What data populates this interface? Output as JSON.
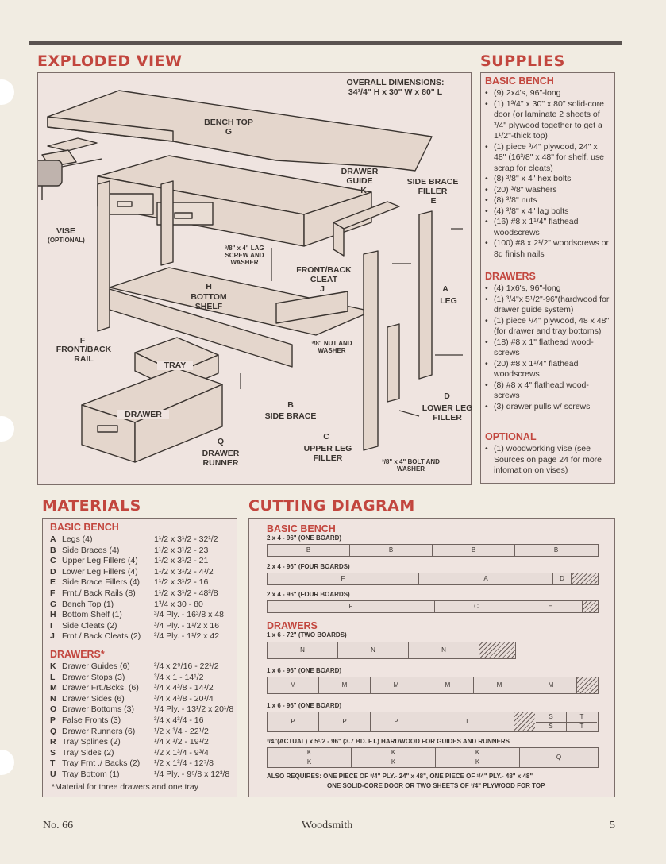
{
  "page": {
    "footer_left": "No. 66",
    "footer_center": "Woodsmith",
    "footer_right": "5"
  },
  "exploded": {
    "title": "EXPLODED VIEW",
    "overall_label": "OVERALL DIMENSIONS:",
    "overall_value": "34¹/4\" H x 30\" W x 80\" L",
    "labels": {
      "bench_top": "BENCH TOP",
      "bench_top_id": "G",
      "drawer_guide": "DRAWER GUIDE",
      "drawer_guide_id": "K",
      "side_brace_filler": "SIDE BRACE FILLER",
      "side_brace_filler_id": "E",
      "vise": "VISE",
      "vise_opt": "(OPTIONAL)",
      "lag_screw": "³/8\" x 4\" LAG SCREW AND WASHER",
      "front_back_cleat": "FRONT/BACK CLEAT",
      "front_back_cleat_id": "J",
      "leg": "LEG",
      "leg_id": "A",
      "bottom_shelf": "BOTTOM SHELF",
      "bottom_shelf_id": "H",
      "front_back_rail": "FRONT/BACK RAIL",
      "front_back_rail_id": "F",
      "nut_washer": "³/8\" NUT AND WASHER",
      "tray": "TRAY",
      "drawer": "DRAWER",
      "side_brace": "SIDE BRACE",
      "side_brace_id": "B",
      "lower_leg_filler": "LOWER LEG FILLER",
      "lower_leg_filler_id": "D",
      "upper_leg_filler": "UPPER LEG FILLER",
      "upper_leg_filler_id": "C",
      "drawer_runner": "DRAWER RUNNER",
      "drawer_runner_id": "Q",
      "bolt_washer": "³/8\" x 4\" BOLT AND WASHER"
    }
  },
  "supplies": {
    "title": "SUPPLIES",
    "sections": [
      {
        "heading": "BASIC BENCH",
        "items": [
          "(9) 2x4's, 96\"-long",
          "(1) 1³/4\" x 30\" x 80\" solid-core door (or laminate 2 sheets of ³/4\" plywood together to get a 1¹/2\"-thick top)",
          "(1) piece ³/4\" plywood, 24\" x 48\" (16³/8\" x 48\" for shelf, use scrap for cleats)",
          "(8) ³/8\" x 4\" hex bolts",
          "(20) ³/8\" washers",
          "(8) ³/8\" nuts",
          "(4) ³/8\" x 4\" lag bolts",
          "(16) #8 x 1¹/4\" flathead woodscrews",
          "(100) #8 x 2¹/2\" woodscrews or 8d finish nails"
        ]
      },
      {
        "heading": "DRAWERS",
        "items": [
          "(4) 1x6's, 96\"-long",
          "(1) ³/4\"x 5¹/2\"-96\"(hardwood for drawer guide system)",
          "(1) piece ¹/4\" plywood, 48 x 48\" (for drawer and tray bottoms)",
          "(18) #8 x 1\" flathead wood-screws",
          "(20) #8 x 1¹/4\" flathead woodscrews",
          "(8) #8 x 4\" flathead wood-screws",
          "(3) drawer pulls w/ screws"
        ]
      },
      {
        "heading": "OPTIONAL",
        "items": [
          "(1) woodworking vise (see Sources on page 24 for more infomation on vises)"
        ]
      }
    ]
  },
  "materials": {
    "title": "MATERIALS",
    "bench_heading": "BASIC BENCH",
    "bench": [
      {
        "letter": "A",
        "name": "Legs (4)",
        "dim": "1¹/2 x 3¹/2 - 32¹/2"
      },
      {
        "letter": "B",
        "name": "Side Braces (4)",
        "dim": "1¹/2 x 3¹/2 - 23"
      },
      {
        "letter": "C",
        "name": "Upper Leg Fillers (4)",
        "dim": "1¹/2 x 3¹/2 - 21"
      },
      {
        "letter": "D",
        "name": "Lower Leg Fillers (4)",
        "dim": "1¹/2 x 3¹/2 - 4¹/2"
      },
      {
        "letter": "E",
        "name": "Side Brace Fillers (4)",
        "dim": "1¹/2 x 3¹/2 - 16"
      },
      {
        "letter": "F",
        "name": "Frnt./ Back Rails (8)",
        "dim": "1¹/2 x 3¹/2 - 48³/8"
      },
      {
        "letter": "G",
        "name": "Bench Top (1)",
        "dim": "1³/4 x 30 - 80"
      },
      {
        "letter": "H",
        "name": "Bottom Shelf (1)",
        "dim": "³/4 Ply. - 16³/8 x 48"
      },
      {
        "letter": "I",
        "name": "Side Cleats (2)",
        "dim": "³/4 Ply. - 1¹/2 x 16"
      },
      {
        "letter": "J",
        "name": "Frnt./ Back Cleats (2)",
        "dim": "³/4 Ply. - 1¹/2 x 42"
      }
    ],
    "drawers_heading": "DRAWERS*",
    "drawers": [
      {
        "letter": "K",
        "name": "Drawer Guides (6)",
        "dim": "³/4 x 2⁹/16 - 22¹/2"
      },
      {
        "letter": "L",
        "name": "Drawer Stops (3)",
        "dim": "³/4 x 1 - 14¹/2"
      },
      {
        "letter": "M",
        "name": "Drawer Frt./Bcks. (6)",
        "dim": "³/4 x 4³/8 - 14¹/2"
      },
      {
        "letter": "N",
        "name": "Drawer Sides (6)",
        "dim": "³/4 x 4³/8 - 20¹/4"
      },
      {
        "letter": "O",
        "name": "Drawer Bottoms (3)",
        "dim": "¹/4 Ply. - 13¹/2 x 20¹/8"
      },
      {
        "letter": "P",
        "name": "False Fronts (3)",
        "dim": "³/4 x 4³/4 - 16"
      },
      {
        "letter": "Q",
        "name": "Drawer Runners (6)",
        "dim": "¹/2 x ³/4 - 22¹/2"
      },
      {
        "letter": "R",
        "name": "Tray Splines (2)",
        "dim": "¹/4 x ¹/2 - 19¹/2"
      },
      {
        "letter": "S",
        "name": "Tray Sides (2)",
        "dim": "¹/2 x 1³/4 - 9³/4"
      },
      {
        "letter": "T",
        "name": "Tray Frnt ./ Backs (2)",
        "dim": "¹/2 x 1³/4 - 12⁷/8"
      },
      {
        "letter": "U",
        "name": "Tray Bottom (1)",
        "dim": "¹/4 Ply. - 9⁵/8 x 12³/8"
      }
    ],
    "footnote": "*Material for three drawers and one tray"
  },
  "cutting": {
    "title": "CUTTING DIAGRAM",
    "bench_heading": "BASIC BENCH",
    "b1": "2 x 4 - 96\" (ONE BOARD)",
    "b1_segs": [
      "B",
      "B",
      "B",
      "B"
    ],
    "b2": "2 x 4 - 96\" (FOUR BOARDS)",
    "b2_segs": [
      "F",
      "A",
      "D"
    ],
    "b3": "2 x 4 - 96\" (FOUR BOARDS)",
    "b3_segs": [
      "F",
      "C",
      "E"
    ],
    "drawers_heading": "DRAWERS",
    "d1": "1 x 6 - 72\" (TWO BOARDS)",
    "d1_segs": [
      "N",
      "N",
      "N"
    ],
    "d2": "1 x 6 - 96\" (ONE BOARD)",
    "d2_segs": [
      "M",
      "M",
      "M",
      "M",
      "M",
      "M"
    ],
    "d3": "1 x 6 - 96\" (ONE BOARD)",
    "d3_segs": [
      "P",
      "P",
      "P",
      "L",
      "S",
      "T",
      "S",
      "T"
    ],
    "d4": "³/4\"(ACTUAL) x 5¹/2 - 96\" (3.7 BD. FT.) HARDWOOD FOR GUIDES AND RUNNERS",
    "d4_segs": [
      "K",
      "K",
      "K",
      "K",
      "K",
      "K",
      "Q"
    ],
    "also1": "ALSO REQUIRES: ONE PIECE OF ³/4\" PLY.- 24\" x 48\", ONE PIECE OF ¹/4\" PLY.- 48\" x 48\"",
    "also2": "ONE SOLID-CORE DOOR OR TWO SHEETS OF ³/4\" PLYWOOD FOR TOP"
  }
}
